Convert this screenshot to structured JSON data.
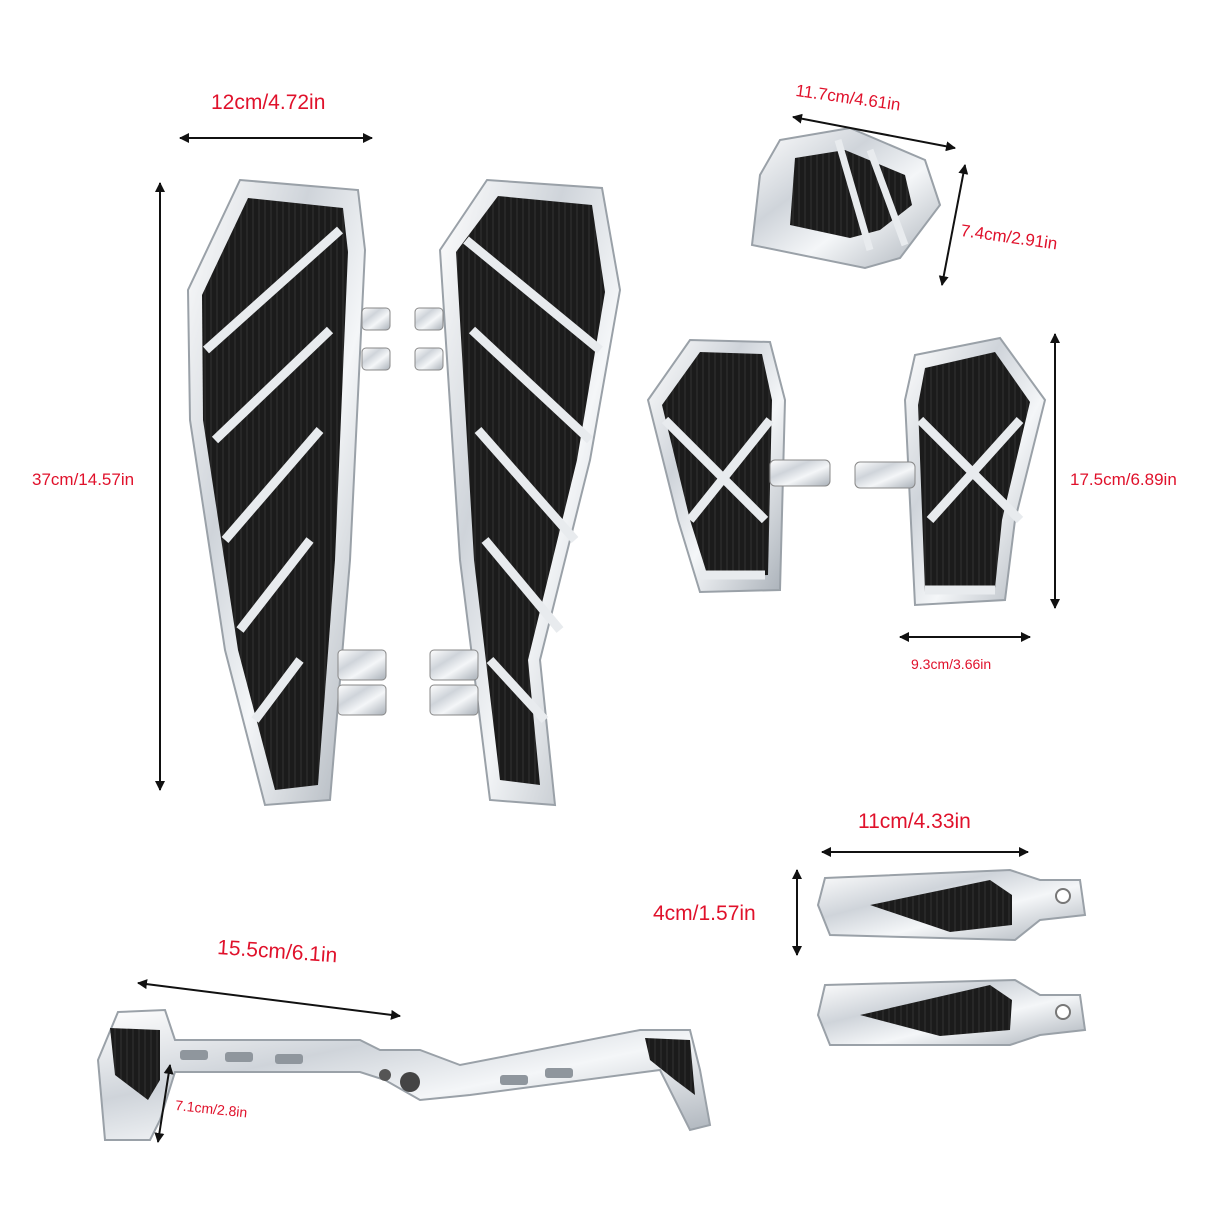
{
  "colors": {
    "label": "#e0112b",
    "arrow": "#111111",
    "chrome": "#d9dde2",
    "rubber": "#1a1a1a"
  },
  "products": [
    {
      "name": "long-floorboards-pair",
      "width": "12cm/4.72in",
      "length": "37cm/14.57in"
    },
    {
      "name": "brake-pedal-pad",
      "width": "11.7cm/4.61in",
      "height": "7.4cm/2.91in"
    },
    {
      "name": "passenger-floorboards-pair",
      "length": "17.5cm/6.89in",
      "width": "9.3cm/3.66in"
    },
    {
      "name": "foot-pegs-pair",
      "length": "11cm/4.33in",
      "height": "4cm/1.57in"
    },
    {
      "name": "heel-toe-shifter",
      "length": "15.5cm/6.1in",
      "height": "7.1cm/2.8in"
    }
  ]
}
